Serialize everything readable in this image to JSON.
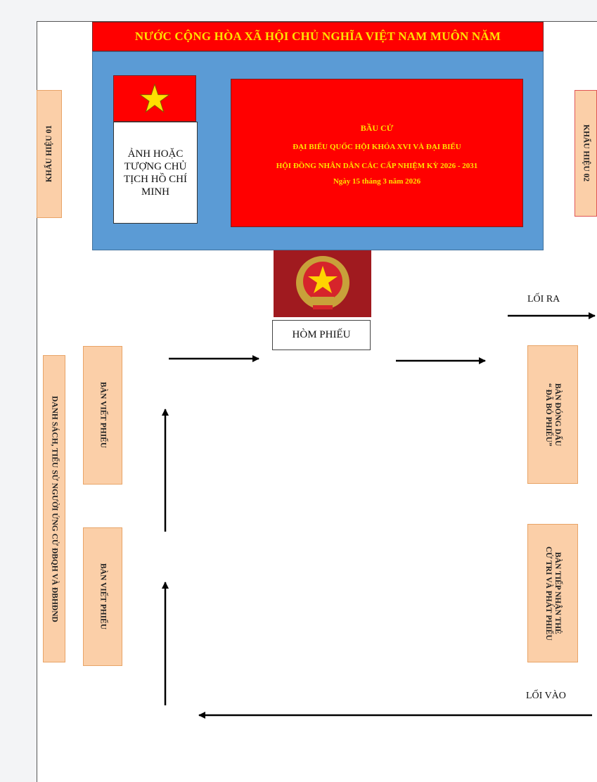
{
  "banner": {
    "text": "NƯỚC CỘNG HÒA XÃ HỘI CHỦ NGHĨA VIỆT NAM MUÔN NĂM"
  },
  "portrait": {
    "text": "ẢNH HOẶC TƯỢNG CHỦ TỊCH HỒ CHÍ MINH"
  },
  "election": {
    "lines": [
      "BẦU CỬ",
      "ĐẠI BIỂU QUỐC HỘI KHÓA XVI VÀ ĐẠI BIỂU",
      "HỘI ĐỒNG NHÂN DÂN CÁC CẤP NHIỆM KỲ 2026 - 2031",
      "Ngày 15 tháng 3 năm 2026"
    ]
  },
  "slogans": {
    "left": "KHẨU HIỆU 01",
    "right": "KHẨU HIỆU 02"
  },
  "ballot_box": "HÒM PHIẾU",
  "exit_label": "LỐI RA",
  "entrance_label": "LỐI VÀO",
  "candidate_list": "DANH SÁCH, TIỂU SỬ NGƯỜI ỨNG CỬ ĐBQH VÀ ĐBHĐND",
  "writing_tables": [
    "BÀN VIẾT PHIẾU",
    "BÀN VIẾT PHIẾU"
  ],
  "stamp_table": "BÀN ĐÓNG DẤU\n“ ĐÃ BỎ PHIẾU”",
  "reception_table": "BÀN TIẾP NHẬN THẺ\nCỬ TRI VÀ PHÁT PHIẾU",
  "colors": {
    "red": "#ff0000",
    "yellow": "#ffe000",
    "blue": "#5b9bd5",
    "peach": "#fbcfa8",
    "emblem": "#a01a1f"
  }
}
